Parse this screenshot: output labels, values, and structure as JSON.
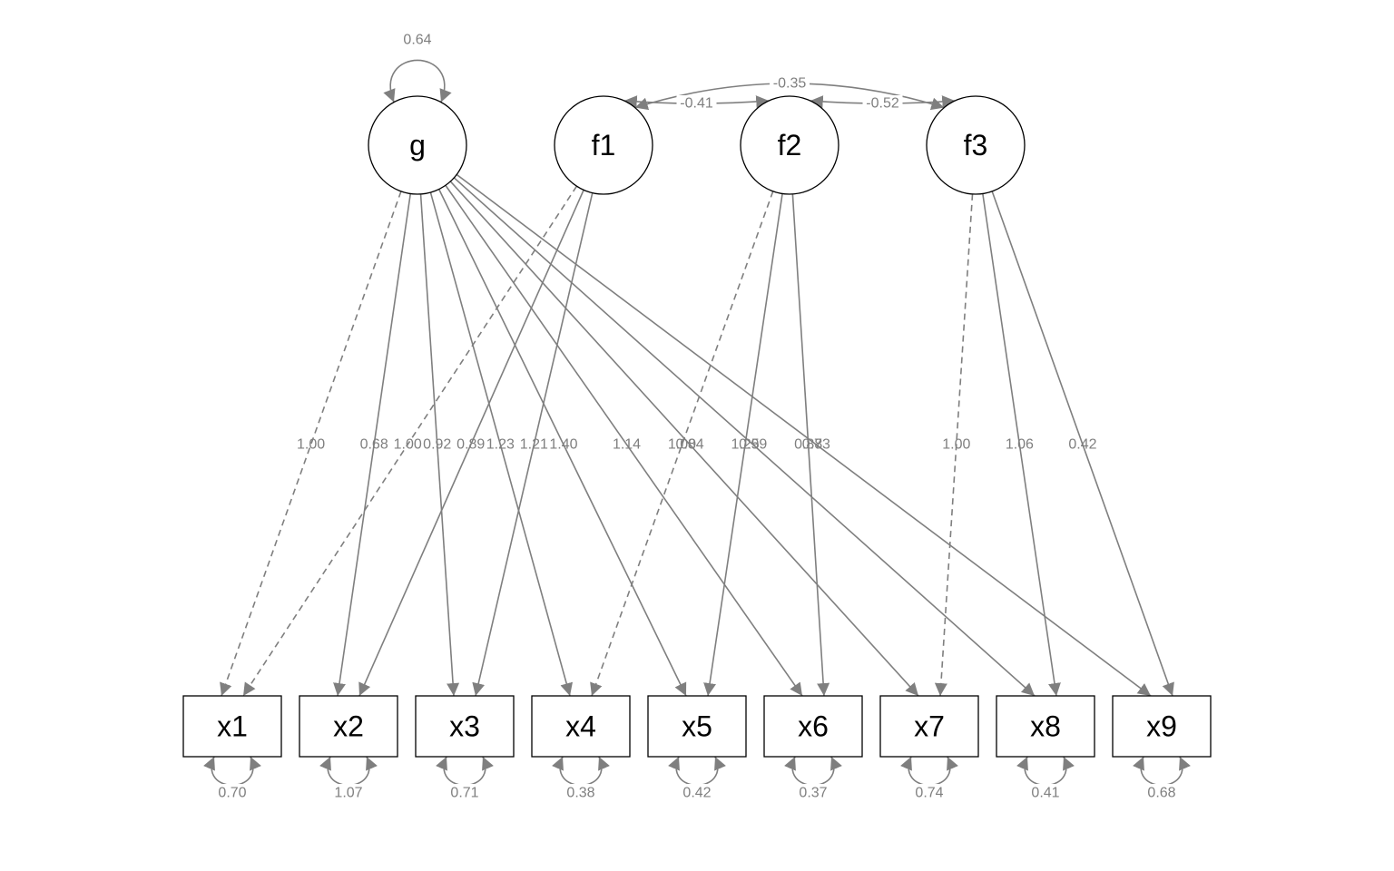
{
  "diagram": {
    "latent": [
      {
        "id": "g",
        "label": "g"
      },
      {
        "id": "f1",
        "label": "f1"
      },
      {
        "id": "f2",
        "label": "f2"
      },
      {
        "id": "f3",
        "label": "f3"
      }
    ],
    "manifest": [
      {
        "id": "x1",
        "label": "x1"
      },
      {
        "id": "x2",
        "label": "x2"
      },
      {
        "id": "x3",
        "label": "x3"
      },
      {
        "id": "x4",
        "label": "x4"
      },
      {
        "id": "x5",
        "label": "x5"
      },
      {
        "id": "x6",
        "label": "x6"
      },
      {
        "id": "x7",
        "label": "x7"
      },
      {
        "id": "x8",
        "label": "x8"
      },
      {
        "id": "x9",
        "label": "x9"
      }
    ],
    "loadings": [
      {
        "from": "g",
        "to": "x1",
        "label": "1.00",
        "fixed": true
      },
      {
        "from": "g",
        "to": "x2",
        "label": "0.68",
        "fixed": false
      },
      {
        "from": "g",
        "to": "x3",
        "label": "0.92",
        "fixed": false
      },
      {
        "from": "g",
        "to": "x4",
        "label": "1.23",
        "fixed": false
      },
      {
        "from": "g",
        "to": "x5",
        "label": "1.40",
        "fixed": false
      },
      {
        "from": "g",
        "to": "x6",
        "label": "1.14",
        "fixed": false
      },
      {
        "from": "g",
        "to": "x7",
        "label": "0.84",
        "fixed": false
      },
      {
        "from": "g",
        "to": "x8",
        "label": "0.99",
        "fixed": false
      },
      {
        "from": "g",
        "to": "x9",
        "label": "0.73",
        "fixed": false
      },
      {
        "from": "f1",
        "to": "x1",
        "label": "1.00",
        "fixed": true
      },
      {
        "from": "f1",
        "to": "x2",
        "label": "0.89",
        "fixed": false
      },
      {
        "from": "f1",
        "to": "x3",
        "label": "1.21",
        "fixed": false
      },
      {
        "from": "f2",
        "to": "x4",
        "label": "1.00",
        "fixed": true
      },
      {
        "from": "f2",
        "to": "x5",
        "label": "1.25",
        "fixed": false
      },
      {
        "from": "f2",
        "to": "x6",
        "label": "0.88",
        "fixed": false
      },
      {
        "from": "f3",
        "to": "x7",
        "label": "1.00",
        "fixed": true
      },
      {
        "from": "f3",
        "to": "x8",
        "label": "1.06",
        "fixed": false
      },
      {
        "from": "f3",
        "to": "x9",
        "label": "0.42",
        "fixed": false
      }
    ],
    "covariances": [
      {
        "a": "f1",
        "b": "f2",
        "label": "-0.41"
      },
      {
        "a": "f2",
        "b": "f3",
        "label": "-0.52"
      },
      {
        "a": "f1",
        "b": "f3",
        "label": "-0.35"
      }
    ],
    "variances": [
      {
        "node": "g",
        "label": "0.64"
      },
      {
        "node": "x1",
        "label": "0.70"
      },
      {
        "node": "x2",
        "label": "1.07"
      },
      {
        "node": "x3",
        "label": "0.71"
      },
      {
        "node": "x4",
        "label": "0.38"
      },
      {
        "node": "x5",
        "label": "0.42"
      },
      {
        "node": "x6",
        "label": "0.37"
      },
      {
        "node": "x7",
        "label": "0.74"
      },
      {
        "node": "x8",
        "label": "0.41"
      },
      {
        "node": "x9",
        "label": "0.68"
      }
    ],
    "colors": {
      "edge": "#7f7f7f",
      "node_stroke": "#000000",
      "node_fill": "#ffffff",
      "background": "#ffffff"
    }
  }
}
